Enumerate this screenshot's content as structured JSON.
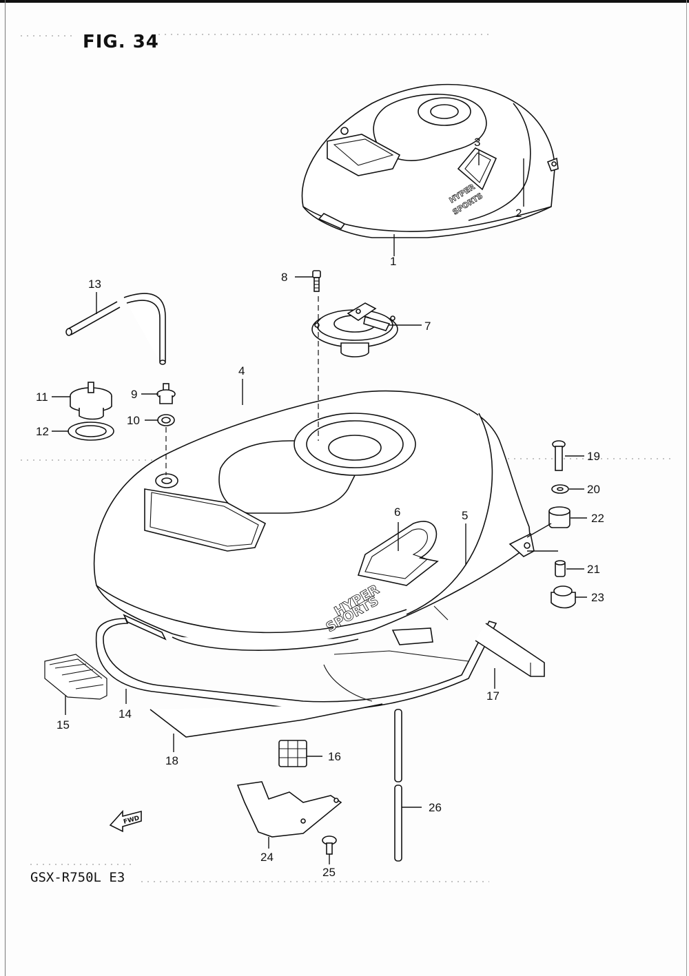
{
  "figure": {
    "title": "FIG. 34",
    "model": "GSX-R750L  E3"
  },
  "decal": {
    "line1": "HYPER",
    "line2": "SPORTS"
  },
  "arrow_label": "FWD",
  "callouts": [
    "1",
    "2",
    "3",
    "4",
    "5",
    "6",
    "7",
    "8",
    "9",
    "10",
    "11",
    "12",
    "13",
    "14",
    "15",
    "16",
    "17",
    "18",
    "19",
    "20",
    "21",
    "22",
    "23",
    "24",
    "25",
    "26"
  ]
}
